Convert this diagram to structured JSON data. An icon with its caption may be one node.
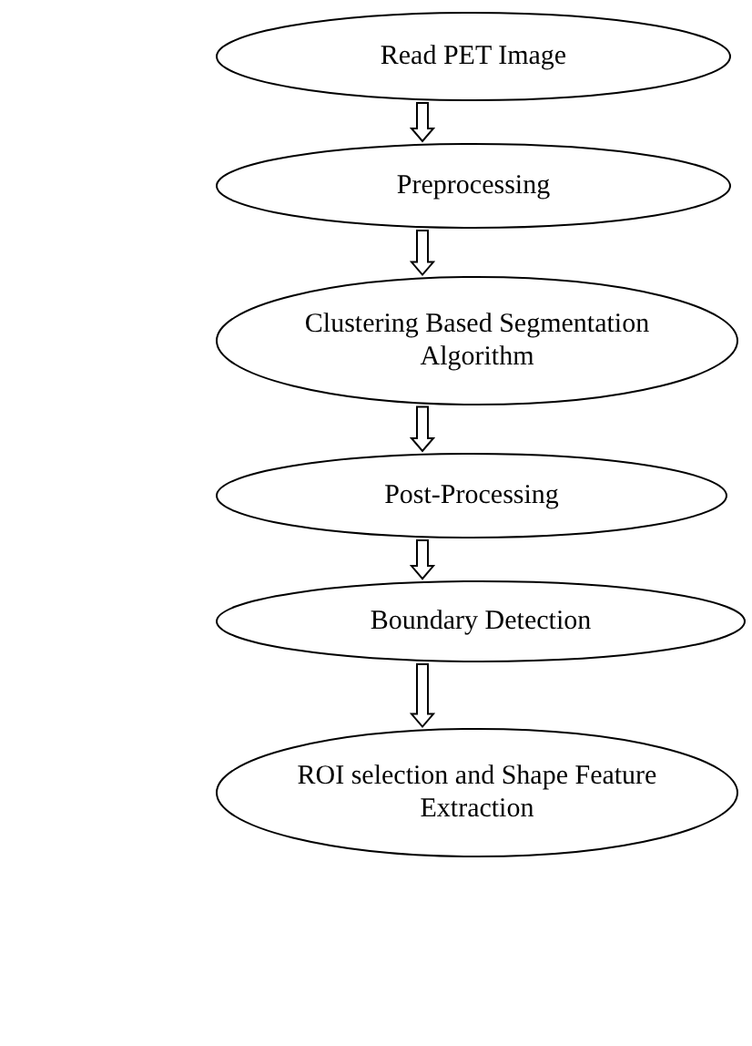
{
  "diagram": {
    "nodes": [
      {
        "text": [
          "Read PET Image"
        ]
      },
      {
        "text": [
          "Preprocessing"
        ]
      },
      {
        "text": [
          "Clustering Based Segmentation Algorithm"
        ]
      },
      {
        "text": [
          "Post-Processing"
        ]
      },
      {
        "text": [
          "Boundary Detection"
        ]
      },
      {
        "text": [
          "ROI selection and Shape Feature Extraction"
        ]
      }
    ],
    "edges": [
      {
        "from": 0,
        "to": 1,
        "arrow": "to"
      },
      {
        "from": 1,
        "to": 2,
        "arrow": "to"
      },
      {
        "from": 2,
        "to": 3,
        "arrow": "to"
      },
      {
        "from": 3,
        "to": 4,
        "arrow": "to"
      },
      {
        "from": 4,
        "to": 5,
        "arrow": "to"
      }
    ]
  }
}
